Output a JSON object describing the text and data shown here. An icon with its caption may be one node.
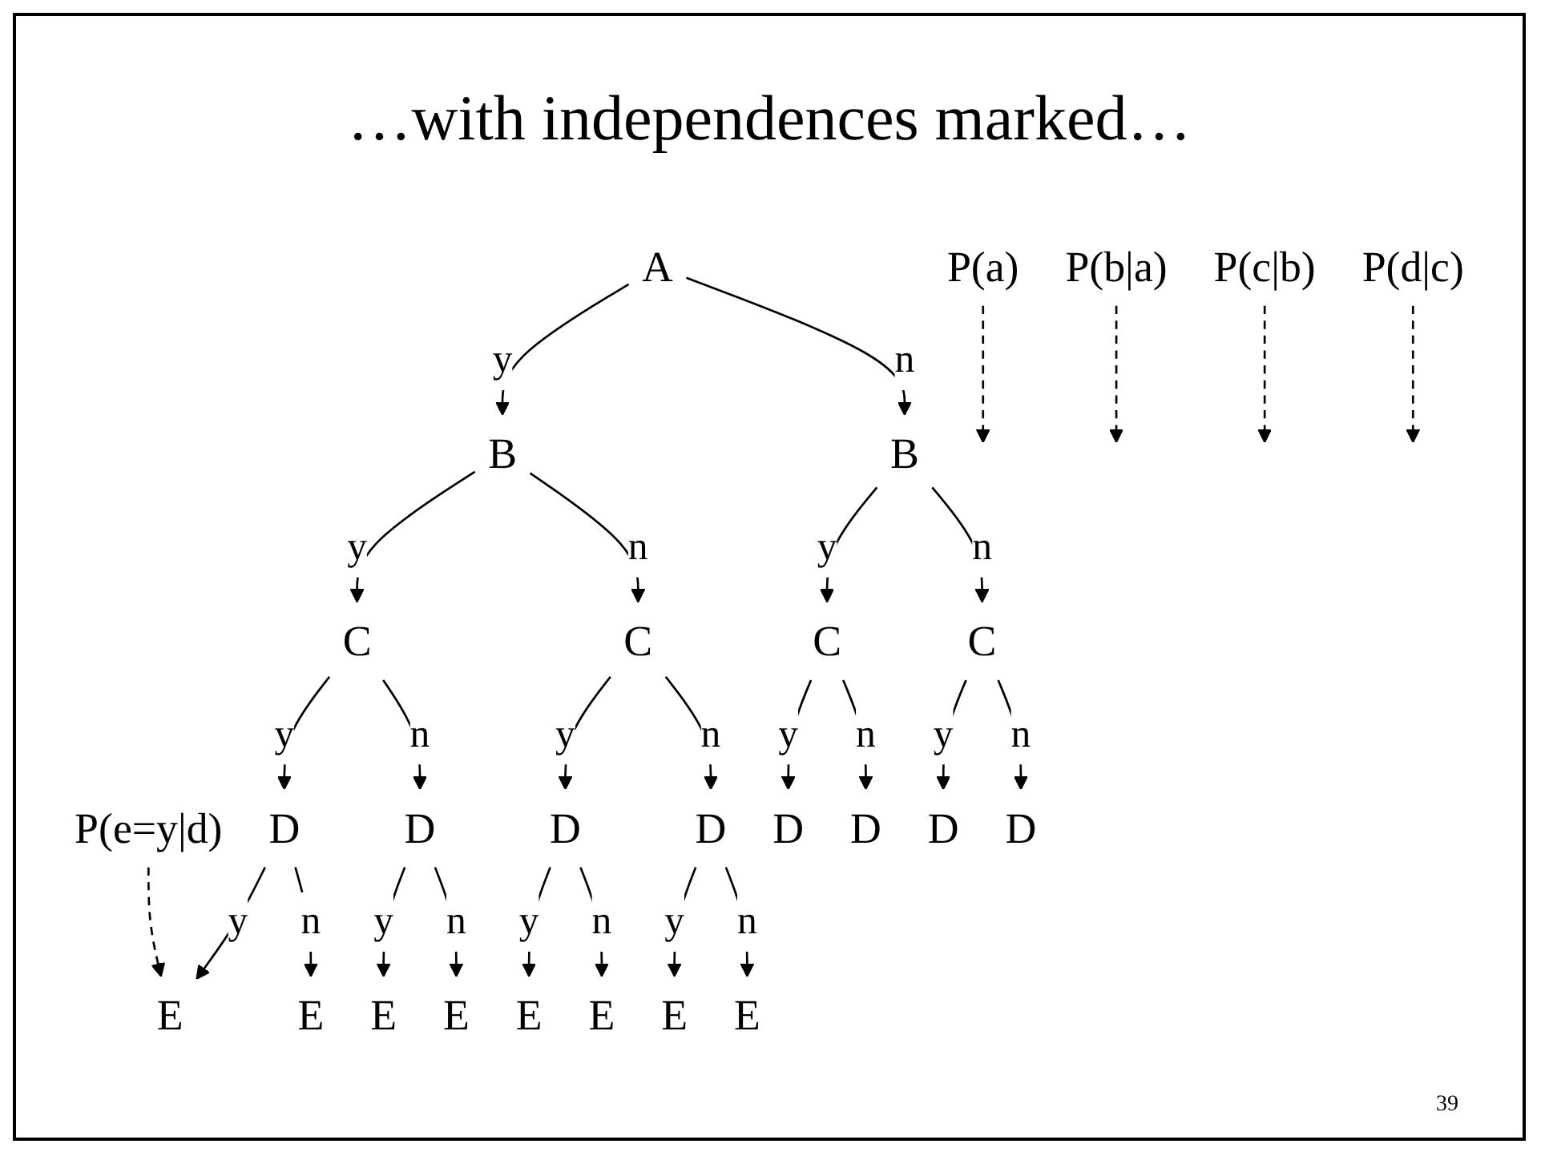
{
  "diagram": {
    "title": "…with independences marked…",
    "nodes": [
      {
        "text": [
          "A"
        ]
      },
      {
        "text": [
          "P(a)"
        ]
      },
      {
        "text": [
          "B"
        ]
      },
      {
        "text": [
          "B"
        ]
      },
      {
        "text": [
          "P(b|a)"
        ]
      },
      {
        "text": [
          "C"
        ]
      },
      {
        "text": [
          "C"
        ]
      },
      {
        "text": [
          "C"
        ]
      },
      {
        "text": [
          "C"
        ]
      },
      {
        "text": [
          "P(c|b)"
        ]
      },
      {
        "text": [
          "P(d|c)"
        ]
      },
      {
        "text": [
          "D"
        ]
      },
      {
        "text": [
          "D"
        ]
      },
      {
        "text": [
          "D"
        ]
      },
      {
        "text": [
          "D"
        ]
      },
      {
        "text": [
          "D"
        ]
      },
      {
        "text": [
          "D"
        ]
      },
      {
        "text": [
          "D"
        ]
      },
      {
        "text": [
          "D"
        ]
      },
      {
        "text": [
          "P(e=y|d)"
        ]
      },
      {
        "text": [
          "E"
        ]
      },
      {
        "text": [
          "E"
        ]
      },
      {
        "text": [
          "E"
        ]
      },
      {
        "text": [
          "E"
        ]
      },
      {
        "text": [
          "E"
        ]
      },
      {
        "text": [
          "E"
        ]
      },
      {
        "text": [
          "E"
        ]
      },
      {
        "text": [
          "E"
        ]
      }
    ],
    "edges": [
      {
        "from": 0,
        "to": 2,
        "arrow": "to",
        "label": "y"
      },
      {
        "from": 0,
        "to": 3,
        "arrow": "to",
        "label": "n"
      },
      {
        "from": 2,
        "to": 5,
        "arrow": "to",
        "label": "y"
      },
      {
        "from": 2,
        "to": 6,
        "arrow": "to",
        "label": "n"
      },
      {
        "from": 3,
        "to": 7,
        "arrow": "to",
        "label": "y"
      },
      {
        "from": 3,
        "to": 8,
        "arrow": "to",
        "label": "n"
      },
      {
        "from": 5,
        "to": 11,
        "arrow": "to",
        "label": "y"
      },
      {
        "from": 5,
        "to": 12,
        "arrow": "to",
        "label": "n"
      },
      {
        "from": 6,
        "to": 13,
        "arrow": "to",
        "label": "y"
      },
      {
        "from": 6,
        "to": 14,
        "arrow": "to",
        "label": "n"
      },
      {
        "from": 7,
        "to": 15,
        "arrow": "to",
        "label": "y"
      },
      {
        "from": 7,
        "to": 16,
        "arrow": "to",
        "label": "n"
      },
      {
        "from": 8,
        "to": 17,
        "arrow": "to",
        "label": "y"
      },
      {
        "from": 8,
        "to": 18,
        "arrow": "to",
        "label": "n"
      },
      {
        "from": 11,
        "to": 20,
        "arrow": "to",
        "label": "y"
      },
      {
        "from": 11,
        "to": 21,
        "arrow": "to",
        "label": "n"
      },
      {
        "from": 12,
        "to": 22,
        "arrow": "to",
        "label": "y"
      },
      {
        "from": 12,
        "to": 23,
        "arrow": "to",
        "label": "n"
      },
      {
        "from": 13,
        "to": 24,
        "arrow": "to",
        "label": "y"
      },
      {
        "from": 13,
        "to": 25,
        "arrow": "to",
        "label": "n"
      },
      {
        "from": 14,
        "to": 26,
        "arrow": "to",
        "label": "y"
      },
      {
        "from": 14,
        "to": 27,
        "arrow": "to",
        "label": "n"
      },
      {
        "from": 1,
        "to": null,
        "arrow": "to",
        "style": "dashed"
      },
      {
        "from": 4,
        "to": null,
        "arrow": "to",
        "style": "dashed"
      },
      {
        "from": 9,
        "to": null,
        "arrow": "to",
        "style": "dashed"
      },
      {
        "from": 10,
        "to": null,
        "arrow": "to",
        "style": "dashed"
      },
      {
        "from": 19,
        "to": 20,
        "arrow": "to",
        "style": "dashed"
      }
    ],
    "labels": [
      "39"
    ]
  }
}
